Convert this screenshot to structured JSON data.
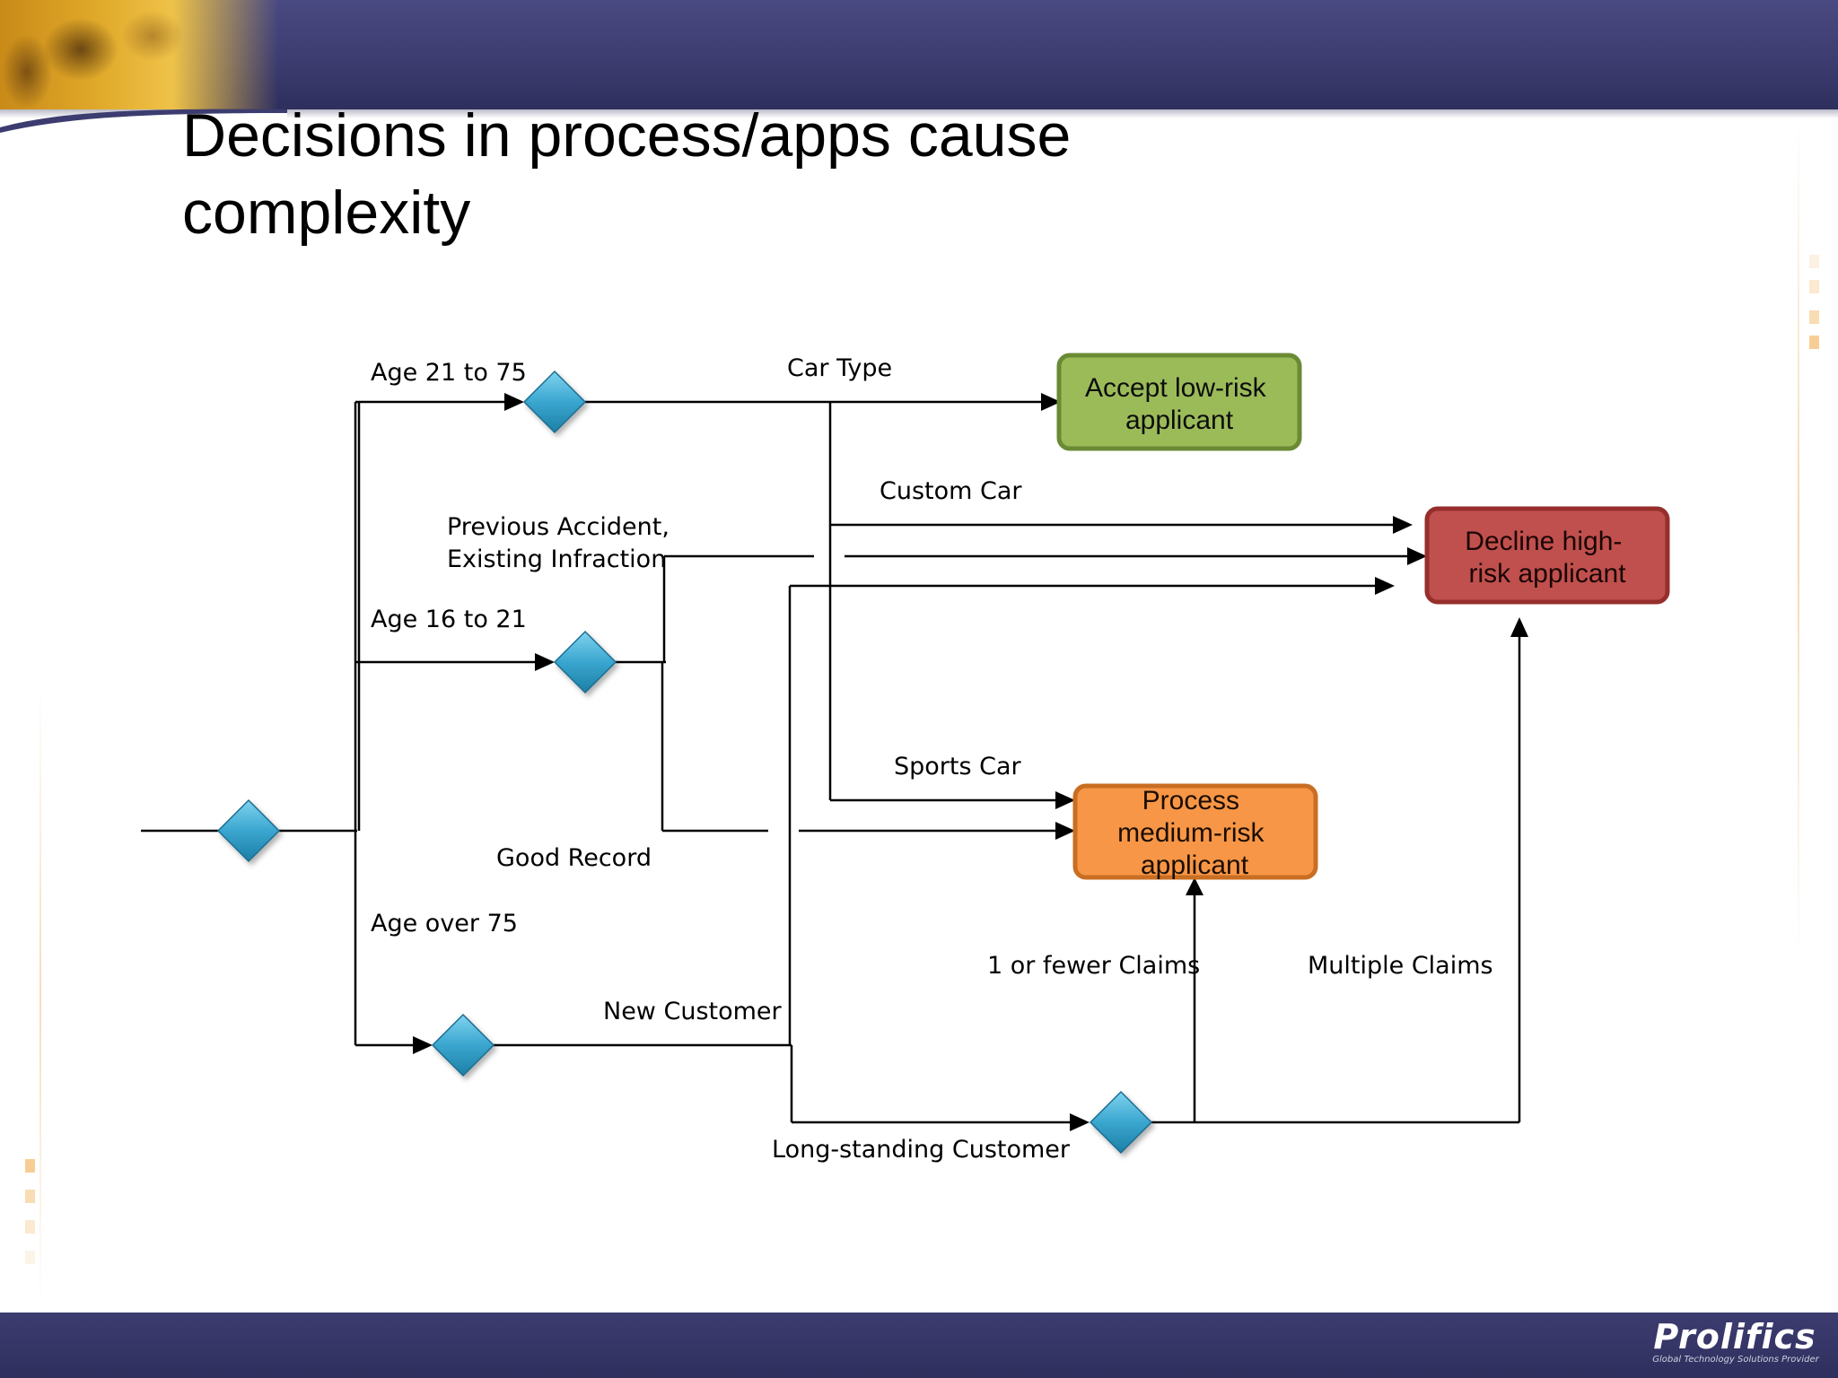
{
  "slide": {
    "title_line1": "Decisions in process/apps cause",
    "title_line2": "complexity",
    "logo": "Prolifics",
    "logo_tagline": "Global Technology Solutions Provider"
  },
  "diagram": {
    "outcomes": {
      "accept_line1": "Accept low-risk",
      "accept_line2": "applicant",
      "decline_line1": "Decline high-",
      "decline_line2": "risk applicant",
      "process_line1": "Process",
      "process_line2": "medium-risk",
      "process_line3": "applicant"
    },
    "labels": {
      "age_21_75": "Age 21 to 75",
      "car_type": "Car Type",
      "custom_car": "Custom Car",
      "previous_accident": "Previous Accident,",
      "existing_infraction": "Existing Infraction",
      "age_16_21": "Age 16 to 21",
      "sports_car": "Sports Car",
      "good_record": "Good Record",
      "age_over_75": "Age over 75",
      "fewer_claims": "1 or fewer Claims",
      "multiple_claims": "Multiple Claims",
      "new_customer": "New Customer",
      "long_standing": "Long-standing Customer"
    },
    "colors": {
      "accept_fill": "#9bbb59",
      "accept_border": "#6a8a34",
      "decline_fill": "#c0504d",
      "decline_border": "#962f2c",
      "process_fill": "#f79646",
      "process_border": "#c96e22",
      "diamond": "#3aa6cf"
    }
  }
}
